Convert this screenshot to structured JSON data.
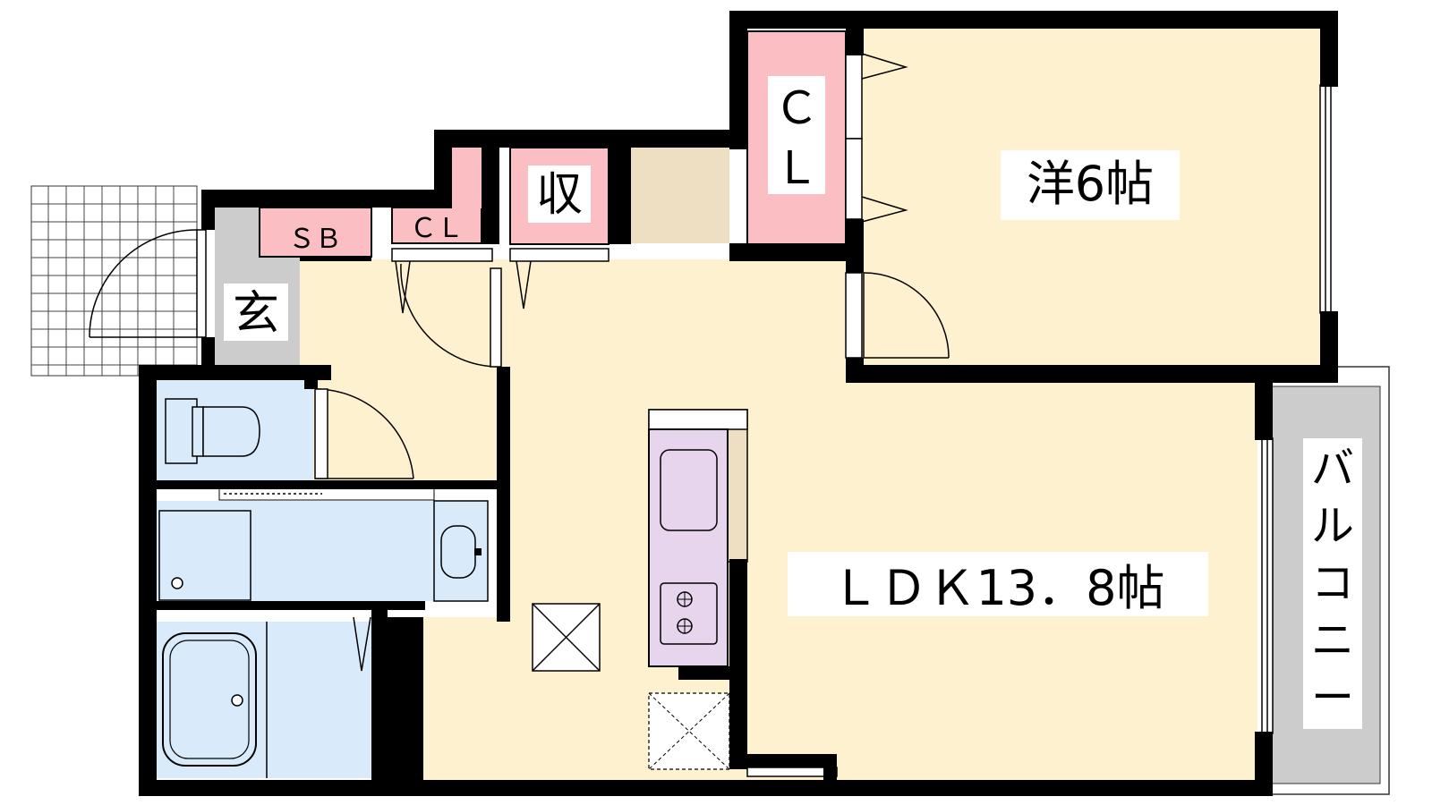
{
  "rooms": {
    "western_room": "洋6帖",
    "ldk": "ＬＤＫ13．8帖",
    "balcony": [
      "バ",
      "ル",
      "コ",
      "ニ",
      "ー"
    ],
    "entrance": "玄",
    "shoe_box": "ＳＢ",
    "closet_small": "ＣＬ",
    "closet_bedroom": [
      "Ｃ",
      "Ｌ"
    ],
    "storage": "収"
  },
  "colors": {
    "wall": "#000000",
    "room_floor": "#fdf1cf",
    "storage": "#fbbfc3",
    "wet_area": "#d9eafb",
    "kitchen": "#e6d5ec",
    "entrance": "#cccccc",
    "balcony": "#cccccc",
    "counter": "#eedfc3"
  }
}
